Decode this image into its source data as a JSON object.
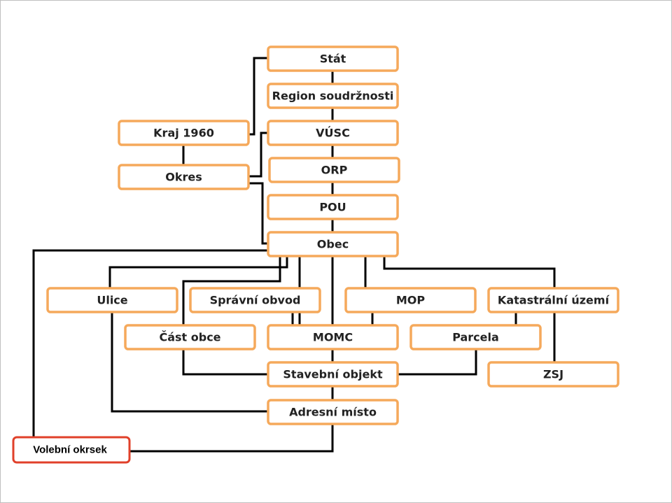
{
  "diagram": {
    "nodes": {
      "stat": "Stát",
      "region": "Region soudržnosti",
      "vusc": "VÚSC",
      "kraj": "Kraj 1960",
      "okres": "Okres",
      "orp": "ORP",
      "pou": "POU",
      "obec": "Obec",
      "ulice": "Ulice",
      "spravni": "Správní obvod",
      "mop": "MOP",
      "katastr": "Katastrální území",
      "cast": "Část obce",
      "momc": "MOMC",
      "parcela": "Parcela",
      "stavebni": "Stavební objekt",
      "zsj": "ZSJ",
      "adresni": "Adresní místo",
      "volebni": "Volební okrsek"
    },
    "colors": {
      "node_border": "#f5a95b",
      "highlight_border": "#e0402a",
      "connector": "#000000"
    }
  }
}
